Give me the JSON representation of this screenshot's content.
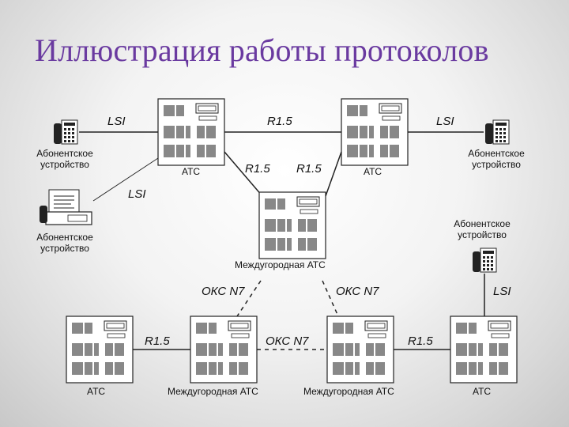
{
  "title": "Иллюстрация работы протоколов",
  "nodes": {
    "atc_top_left": "АТС",
    "atc_top_right": "АТС",
    "intercity_mid": "Междугородная АТС",
    "atc_bottom_left": "АТС",
    "intercity_bottom_left": "Междугородная АТС",
    "intercity_bottom_right": "Междугородная АТС",
    "atc_bottom_right": "АТС",
    "subscriber_phone_left": "Абонентское устройство",
    "subscriber_fax_left": "Абонентское устройство",
    "subscriber_phone_right_top": "Абонентское устройство",
    "subscriber_phone_right_mid": "Абонентское устройство"
  },
  "links": {
    "lsi_top_left": "LSI",
    "lsi_fax": "LSI",
    "r15_top": "R1.5",
    "lsi_top_right": "LSI",
    "r15_left_mid": "R1.5",
    "r15_right_mid": "R1.5",
    "okc_left": "ОКС N7",
    "okc_right": "ОКС N7",
    "lsi_right": "LSI",
    "r15_bottom_left": "R1.5",
    "okc_bottom": "ОКС N7",
    "r15_bottom_right": "R1.5"
  }
}
